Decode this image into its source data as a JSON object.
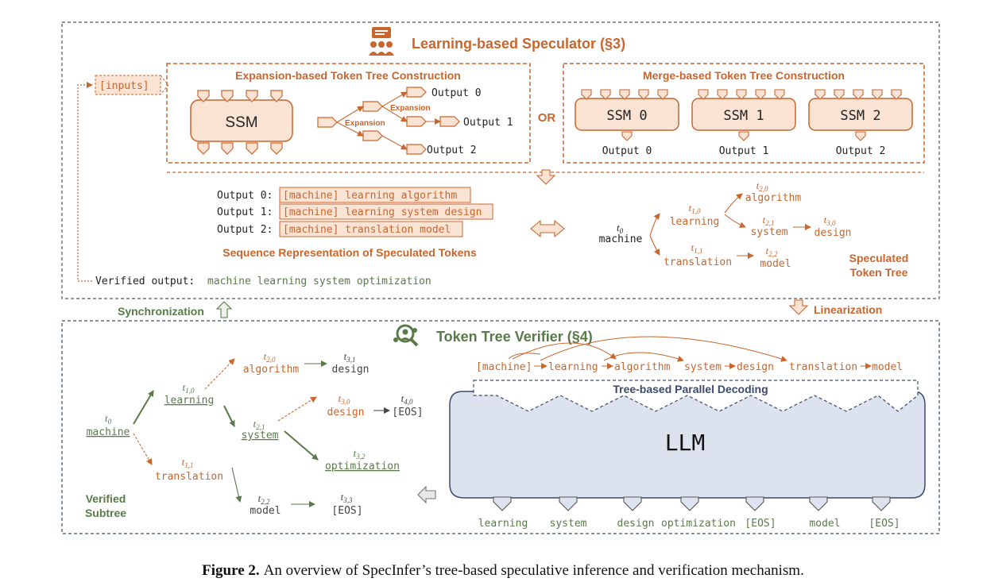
{
  "colors": {
    "orange": "#c8662e",
    "orange_fill": "#fbe3d4",
    "navy": "#3d4a6b",
    "green": "#5a7a4a",
    "llm_fill": "#dde3ee",
    "text": "#222222"
  },
  "icons": {
    "speculator": "presenter-group-icon",
    "verifier": "magnifier-group-icon"
  },
  "speculator": {
    "title": "Learning-based Speculator (§3)",
    "inputs_label": "[inputs]",
    "expansion": {
      "title": "Expansion-based Token Tree Construction",
      "ssm_label": "SSM",
      "expansion_label_1": "Expansion",
      "expansion_label_2": "Expansion",
      "outputs": [
        "Output 0",
        "Output 1",
        "Output 2"
      ]
    },
    "or_label": "OR",
    "merge": {
      "title": "Merge-based Token Tree Construction",
      "ssms": [
        "SSM 0",
        "SSM 1",
        "SSM 2"
      ],
      "outputs": [
        "Output 0",
        "Output 1",
        "Output 2"
      ]
    },
    "sequences": {
      "labels": [
        "Output 0:",
        "Output 1:",
        "Output 2:"
      ],
      "values": [
        "[machine] learning algorithm",
        "[machine] learning system design",
        "[machine] translation model"
      ],
      "caption": "Sequence Representation of Speculated Tokens"
    },
    "tree": {
      "caption_line1": "Speculated",
      "caption_line2": "Token Tree",
      "nodes": [
        {
          "id": "n0",
          "t": "t",
          "sub": "0",
          "word": "machine"
        },
        {
          "id": "n1",
          "t": "t",
          "sub": "1,0",
          "word": "learning"
        },
        {
          "id": "n2",
          "t": "t",
          "sub": "1,1",
          "word": "translation"
        },
        {
          "id": "n3",
          "t": "t",
          "sub": "2,0",
          "word": "algorithm"
        },
        {
          "id": "n4",
          "t": "t",
          "sub": "2,1",
          "word": "system"
        },
        {
          "id": "n5",
          "t": "t",
          "sub": "3,0",
          "word": "design"
        },
        {
          "id": "n6",
          "t": "t",
          "sub": "2,2",
          "word": "model"
        }
      ]
    },
    "verified_output_label": "Verified output:",
    "verified_output_value": "machine learning system optimization"
  },
  "sync_label": "Synchronization",
  "linearization_label": "Linearization",
  "verifier": {
    "title": "Token Tree Verifier (§4)",
    "sequence": [
      "[machine]",
      "learning",
      "algorithm",
      "system",
      "design",
      "translation",
      "model"
    ],
    "parallel_title": "Tree-based Parallel Decoding",
    "llm_label": "LLM",
    "outputs": [
      "learning",
      "system",
      "design",
      "optimization",
      "[EOS]",
      "model",
      "[EOS]"
    ],
    "caption_line1": "Verified",
    "caption_line2": "Subtree",
    "tree_nodes": [
      {
        "id": "v0",
        "t": "t",
        "sub": "0",
        "word": "machine"
      },
      {
        "id": "v1",
        "t": "t",
        "sub": "1,0",
        "word": "learning"
      },
      {
        "id": "v2",
        "t": "t",
        "sub": "1,1",
        "word": "translation"
      },
      {
        "id": "v3",
        "t": "t",
        "sub": "2,0",
        "word": "algorithm"
      },
      {
        "id": "v4",
        "t": "t",
        "sub": "3,1",
        "word": "design"
      },
      {
        "id": "v5",
        "t": "t",
        "sub": "2,1",
        "word": "system"
      },
      {
        "id": "v6",
        "t": "t",
        "sub": "3,0",
        "word": "design"
      },
      {
        "id": "v7",
        "t": "t",
        "sub": "4,0",
        "word": "[EOS]"
      },
      {
        "id": "v8",
        "t": "t",
        "sub": "3,2",
        "word": "optimization"
      },
      {
        "id": "v9",
        "t": "t",
        "sub": "2,2",
        "word": "model"
      },
      {
        "id": "v10",
        "t": "t",
        "sub": "3,3",
        "word": "[EOS]"
      }
    ]
  },
  "caption": {
    "label": "Figure 2.",
    "text": "An overview of SpecInfer’s tree-based speculative inference and verification mechanism."
  }
}
